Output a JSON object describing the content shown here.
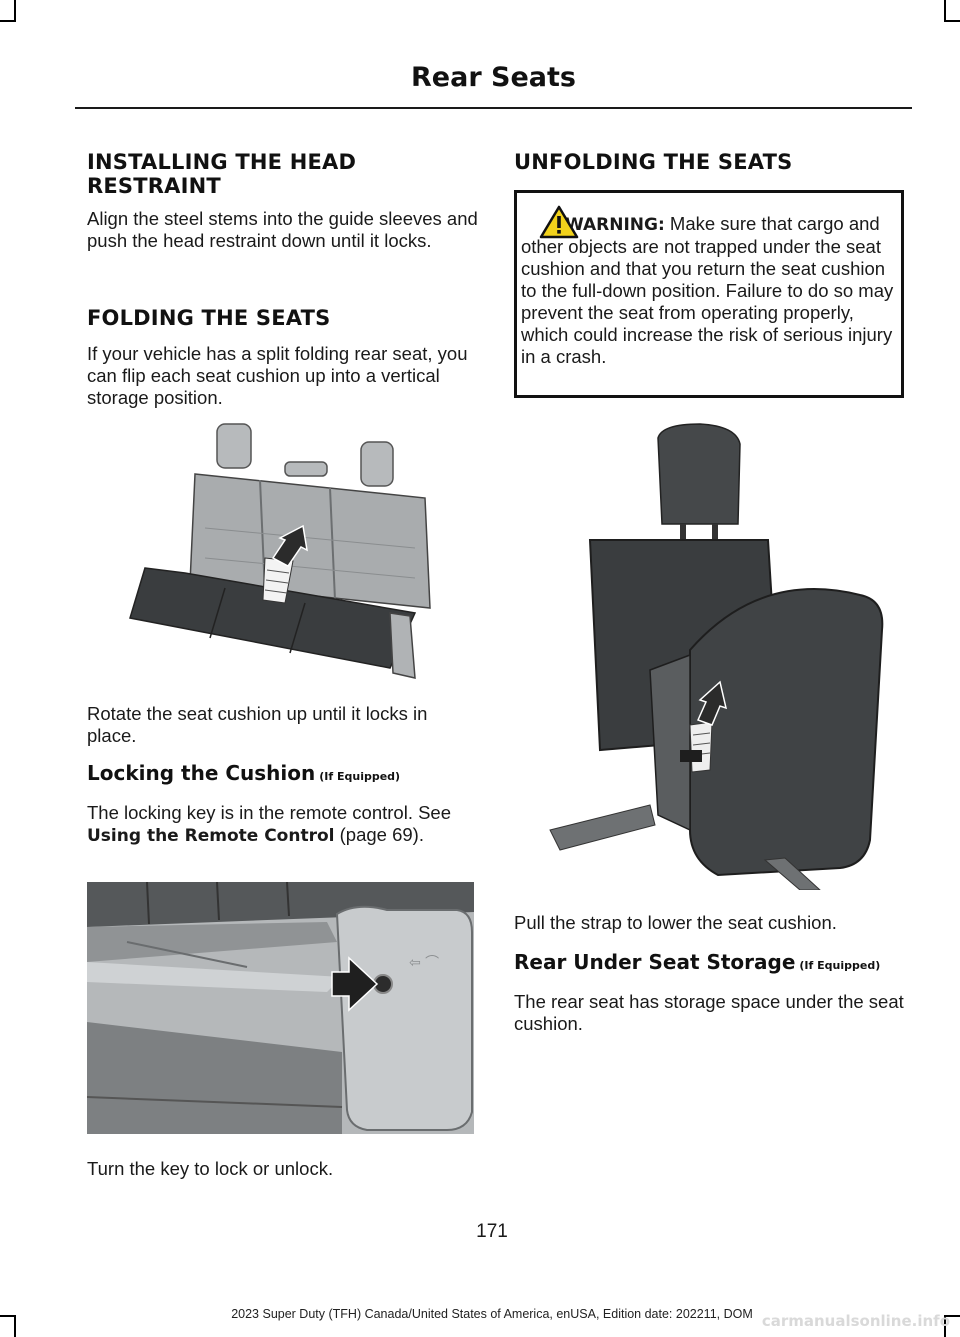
{
  "header": {
    "title": "Rear Seats"
  },
  "left": {
    "s1_title": "INSTALLING THE HEAD RESTRAINT",
    "s1_body": "Align the steel stems into the guide sleeves and push the head restraint down until it locks.",
    "s2_title": "FOLDING THE SEATS",
    "s2_body": "If your vehicle has a split folding rear seat, you can flip each seat cushion up into a vertical storage position.",
    "fig1_caption": "Rotate the seat cushion up until it locks in place.",
    "s3_title": "Locking the Cushion",
    "s3_tag": "(If Equipped)",
    "s3_body_pre": "The locking key is in the remote control. See ",
    "s3_link": "Using the Remote Control",
    "s3_body_post": " (page 69).",
    "fig2_caption": "Turn the key to lock or unlock."
  },
  "right": {
    "s1_title": "UNFOLDING THE SEATS",
    "warning_label": "WARNING:",
    "warning_text": "Make sure that cargo and other objects are not trapped under the seat cushion and that you return the seat cushion to the full-down position. Failure to do so may prevent the seat from operating properly, which could increase the risk of serious injury in a crash.",
    "fig3_caption": "Pull the strap to lower the seat cushion.",
    "s2_title": "Rear Under Seat Storage",
    "s2_tag": "(If Equipped)",
    "s2_body": "The rear seat has storage space under the seat cushion."
  },
  "page_number": "171",
  "footer": "2023 Super Duty (TFH) Canada/United States of America, enUSA, Edition date: 202211, DOM",
  "watermark": "carmanualsonline.info",
  "colors": {
    "warning_yellow": "#f2d21b",
    "seat_dark": "#3a3d3f",
    "seat_light": "#a9acae"
  }
}
